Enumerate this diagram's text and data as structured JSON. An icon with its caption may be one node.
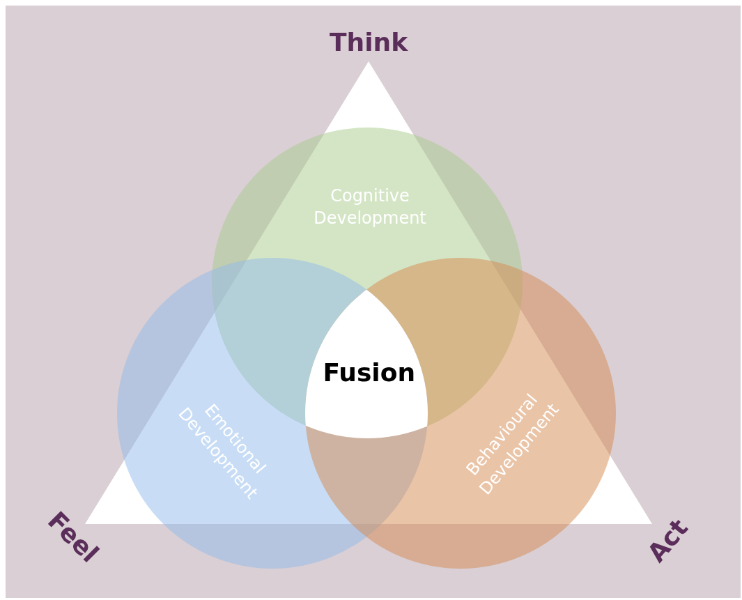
{
  "diagram": {
    "nodes": [
      {
        "text": [
          "Cognitive Development"
        ]
      },
      {
        "text": [
          "Emotional Development"
        ]
      },
      {
        "text": [
          "Behavioural Development"
        ]
      },
      {
        "text": [
          "Fusion"
        ]
      }
    ],
    "edges": [],
    "labels": [
      "Think",
      "Feel",
      "Act"
    ]
  }
}
